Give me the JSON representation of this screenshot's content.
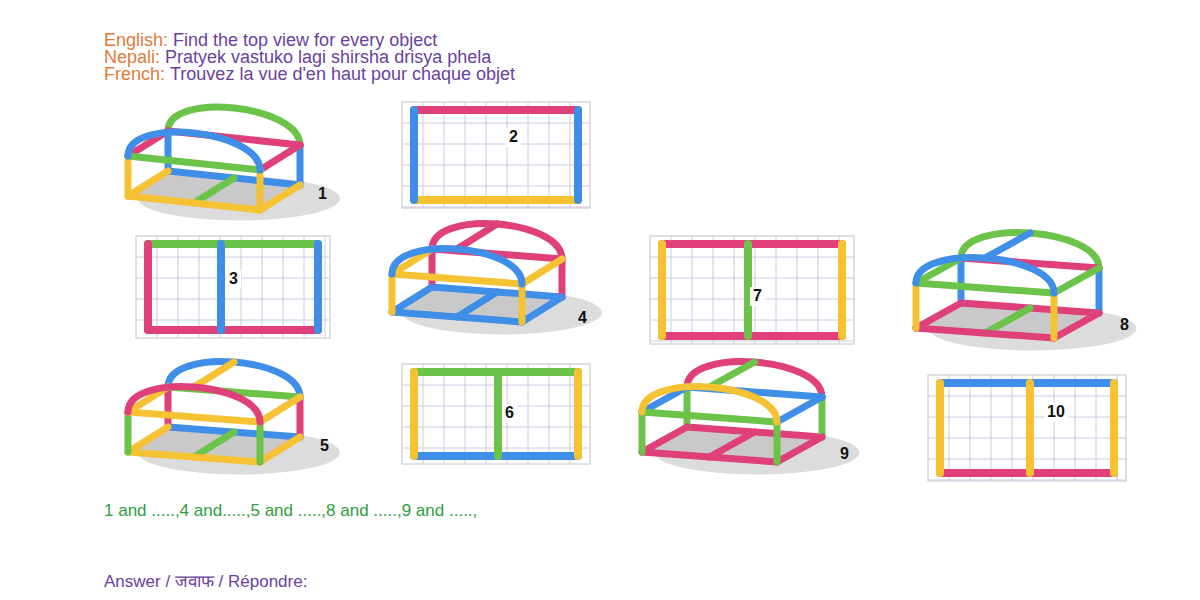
{
  "diagram": {
    "labels": [
      "English:",
      "Find the top view for every object",
      "Nepali:",
      "Pratyek vastuko lagi shirsha drisya phela",
      "French:",
      "Trouvez la vue d'en haut pour chaque objet",
      "1",
      "2",
      "3",
      "4",
      "5",
      "6",
      "7",
      "8",
      "9",
      "10",
      "1 and .....,4 and.....,5 and .....,8 and .....,9 and .....,",
      "Answer / जवाफ / Répondre:"
    ]
  }
}
